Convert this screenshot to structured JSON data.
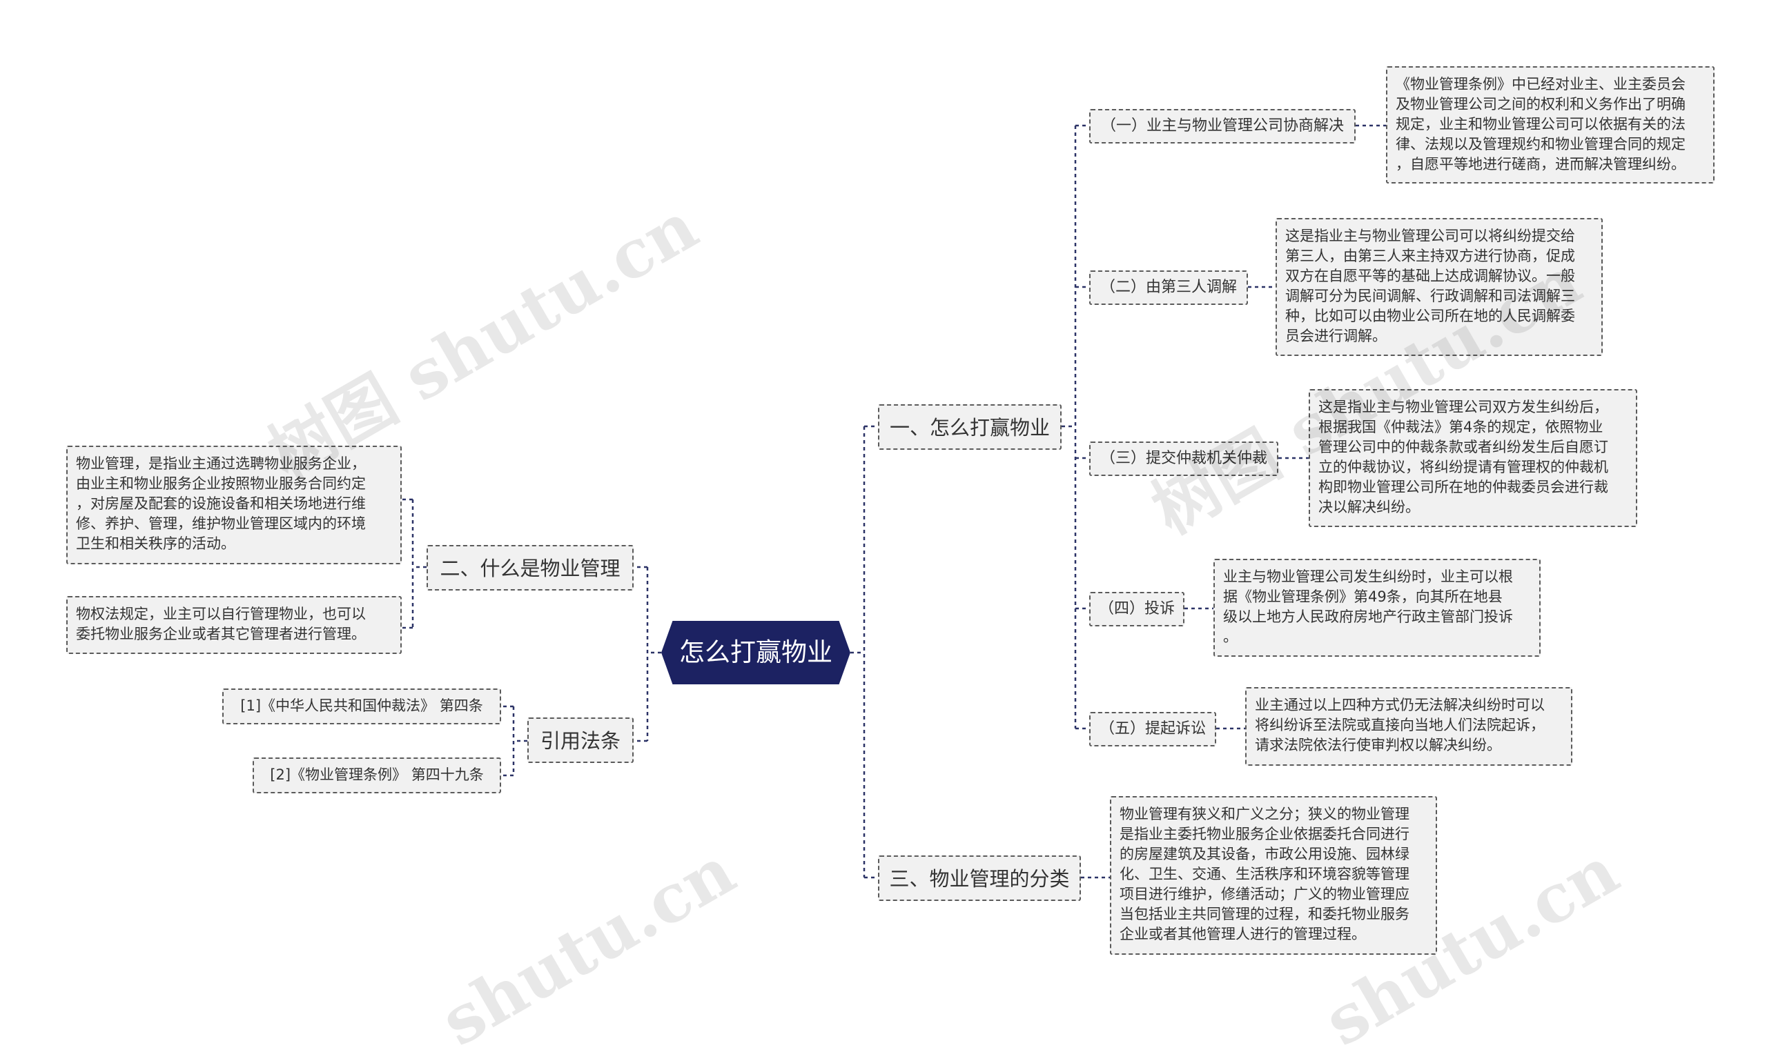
{
  "root": {
    "label": "怎么打赢物业"
  },
  "branches": {
    "b1": {
      "label": "一、怎么打赢物业"
    },
    "b2": {
      "label": "二、什么是物业管理"
    },
    "b3": {
      "label": "引用法条"
    },
    "b4": {
      "label": "三、物业管理的分类"
    }
  },
  "subs": {
    "s1": {
      "label": "（一）业主与物业管理公司协商解决"
    },
    "s2": {
      "label": "（二）由第三人调解"
    },
    "s3": {
      "label": "（三）提交仲裁机关仲裁"
    },
    "s4": {
      "label": "（四）投诉"
    },
    "s5": {
      "label": "（五）提起诉讼"
    },
    "r1": {
      "label": "[1]《中华人民共和国仲裁法》 第四条"
    },
    "r2": {
      "label": "[2]《物业管理条例》 第四十九条"
    }
  },
  "leaves": {
    "l1": {
      "text": "《物业管理条例》中已经对业主、业主委员会\n及物业管理公司之间的权利和义务作出了明确\n规定，业主和物业管理公司可以依据有关的法\n律、法规以及管理规约和物业管理合同的规定\n，自愿平等地进行磋商，进而解决管理纠纷。"
    },
    "l2": {
      "text": "这是指业主与物业管理公司可以将纠纷提交给\n第三人，由第三人来主持双方进行协商，促成\n双方在自愿平等的基础上达成调解协议。一般\n调解可分为民间调解、行政调解和司法调解三\n种，比如可以由物业公司所在地的人民调解委\n员会进行调解。"
    },
    "l3": {
      "text": "这是指业主与物业管理公司双方发生纠纷后，\n根据我国《仲裁法》第4条的规定，依照物业\n管理公司中的仲裁条款或者纠纷发生后自愿订\n立的仲裁协议，将纠纷提请有管理权的仲裁机\n构即物业管理公司所在地的仲裁委员会进行裁\n决以解决纠纷。"
    },
    "l4": {
      "text": "业主与物业管理公司发生纠纷时，业主可以根\n据《物业管理条例》第49条，向其所在地县\n级以上地方人民政府房地产行政主管部门投诉\n。"
    },
    "l5": {
      "text": "业主通过以上四种方式仍无法解决纠纷时可以\n将纠纷诉至法院或直接向当地人们法院起诉，\n请求法院依法行使审判权以解决纠纷。"
    },
    "l6": {
      "text": "物业管理有狭义和广义之分；狭义的物业管理\n是指业主委托物业服务企业依据委托合同进行\n的房屋建筑及其设备，市政公用设施、园林绿\n化、卫生、交通、生活秩序和环境容貌等管理\n项目进行维护，修缮活动；广义的物业管理应\n当包括业主共同管理的过程，和委托物业服务\n企业或者其他管理人进行的管理过程。"
    },
    "l7": {
      "text": "物业管理，是指业主通过选聘物业服务企业，\n由业主和物业服务企业按照物业服务合同约定\n，对房屋及配套的设施设备和相关场地进行维\n修、养护、管理，维护物业管理区域内的环境\n卫生和相关秩序的活动。"
    },
    "l8": {
      "text": "物权法规定，业主可以自行管理物业，也可以\n委托物业服务企业或者其它管理者进行管理。"
    }
  },
  "watermarks": [
    "树图 shutu.cn",
    "树图 shutu.cn",
    "shutu.cn",
    "shutu.cn"
  ],
  "colors": {
    "root_bg": "#1c2262",
    "node_bg": "#f1f1f1",
    "border": "#5a5a5a",
    "line": "#2b3266"
  }
}
